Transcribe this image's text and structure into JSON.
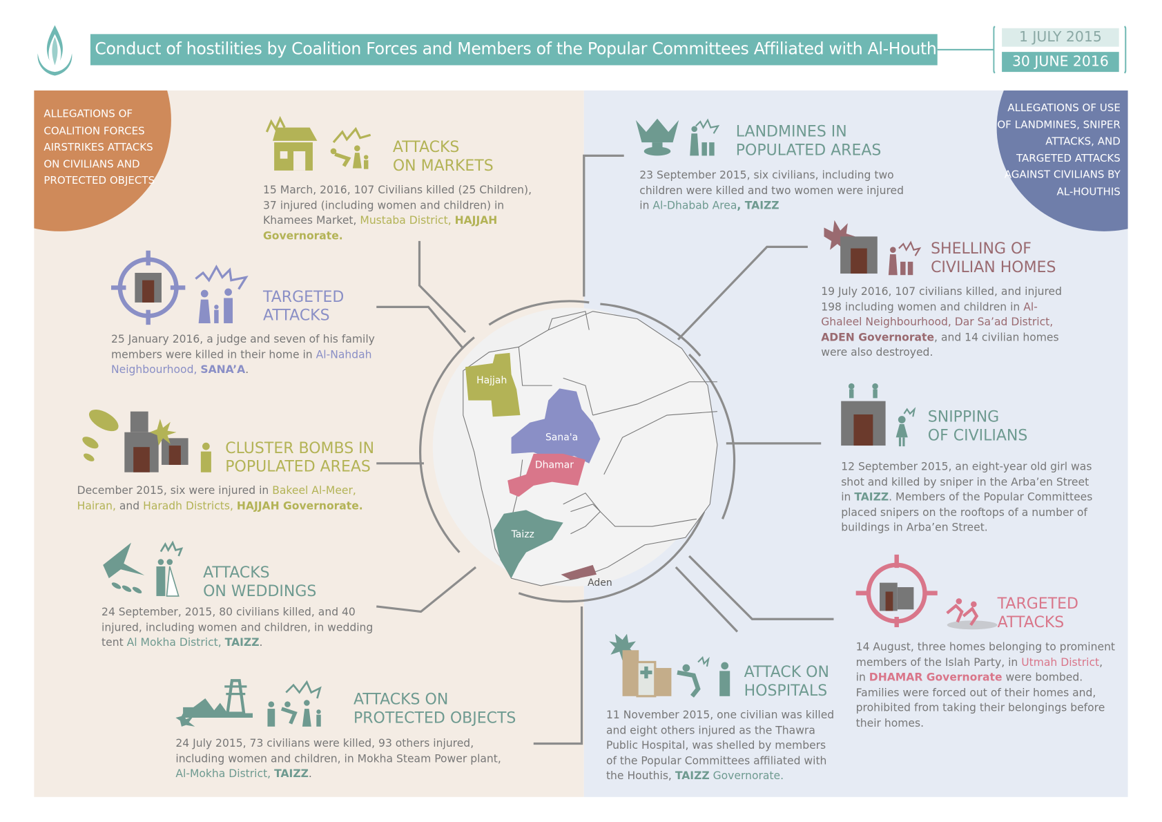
{
  "header": {
    "title": "Conduct of hostilities by Coalition Forces and Members of the Popular Committees Affiliated with Al-Houthis",
    "date_start": "1 JULY 2015",
    "date_end": "30 JUNE 2016",
    "logo_icon": "un-human-rights-flame-emblem"
  },
  "colors": {
    "title_bar": "#6fb8b3",
    "left_panel": "#f4ece4",
    "right_panel": "#e6ebf4",
    "coalition": "#cf8a5a",
    "houthis": "#6f7eaa",
    "olive": "#b3b356",
    "lavender": "#8a8fc6",
    "teal": "#6e9a90",
    "mauve": "#9a6a70",
    "pink": "#d9768a"
  },
  "categories": {
    "left": "ALLEGATIONS OF COALITION  FORCES AIRSTRIKES ATTACKS ON CIVILIANS AND PROTECTED OBJECTS",
    "right": "ALLEGATIONS OF USE OF LANDMINES, SNIPER ATTACKS, AND TARGETED ATTACKS AGAINST CIVILIANS BY AL-HOUTHIS"
  },
  "map": {
    "labels": {
      "hajjah": "Hajjah",
      "sanaa": "Sana'a",
      "dhamar": "Dhamar",
      "taizz": "Taizz",
      "aden": "Aden"
    }
  },
  "sections": [
    {
      "id": "markets",
      "title": "ATTACKS\nON MARKETS",
      "color": "#b3b356",
      "icons": [
        "exploding-market-icon",
        "falling-family-icon"
      ],
      "desc": [
        {
          "t": "15 March, 2016, 107 Civilians killed (25 Children), 37 injured (including women and children) in Khamees Market, "
        },
        {
          "t": "Mustaba District, ",
          "h": 1
        },
        {
          "t": "HAJJAH Governorate.",
          "h": 1,
          "b": 1
        }
      ]
    },
    {
      "id": "targeted-left",
      "title": "TARGETED\nATTACKS",
      "color": "#8a8fc6",
      "icons": [
        "crosshair-house-icon",
        "family-explosion-icon"
      ],
      "desc": [
        {
          "t": "25 January 2016, a judge and seven of his family members were killed in their home in "
        },
        {
          "t": "Al-Nahdah Neighbourhood, ",
          "h": 1
        },
        {
          "t": "SANA’A",
          "h": 1,
          "b": 1
        },
        {
          "t": "."
        }
      ]
    },
    {
      "id": "cluster",
      "title": "CLUSTER BOMBS IN\nPOPULATED AREAS",
      "color": "#b3b356",
      "icons": [
        "cluster-bombs-icon",
        "houses-explosion-icon",
        "injured-person-icon"
      ],
      "desc": [
        {
          "t": "December 2015, six were injured in "
        },
        {
          "t": "Bakeel Al-Meer, Hairan,",
          "h": 1
        },
        {
          "t": " and "
        },
        {
          "t": "Haradh Districts, ",
          "h": 1
        },
        {
          "t": "HAJJAH Governorate.",
          "h": 1,
          "b": 1
        }
      ]
    },
    {
      "id": "weddings",
      "title": "ATTACKS\nON WEDDINGS",
      "color": "#6e9a90",
      "icons": [
        "airplane-bombs-icon",
        "wedding-couple-icon"
      ],
      "desc": [
        {
          "t": "24 September, 2015, 80 civilians killed, and 40 injured, including women and children, in wedding tent "
        },
        {
          "t": "Al Mokha District, ",
          "h": 1
        },
        {
          "t": "TAIZZ",
          "h": 1,
          "b": 1
        },
        {
          "t": "."
        }
      ]
    },
    {
      "id": "protected",
      "title": "ATTACKS ON\nPROTECTED OBJECTS",
      "color": "#6e9a90",
      "icons": [
        "power-plant-icon",
        "civilians-explosion-icon"
      ],
      "desc": [
        {
          "t": "24 July 2015, 73 civilians were killed, 93 others injured, including women and children, in Mokha Steam Power plant, "
        },
        {
          "t": "Al-Mokha District, ",
          "h": 1
        },
        {
          "t": "TAIZZ",
          "h": 1,
          "b": 1
        },
        {
          "t": "."
        }
      ]
    },
    {
      "id": "landmines",
      "title": "LANDMINES IN\nPOPULATED AREAS",
      "color": "#6e9a90",
      "icons": [
        "landmine-icon",
        "family-explosion-icon"
      ],
      "desc": [
        {
          "t": "23 September 2015, six civilians, including two children were killed and two women were injured in "
        },
        {
          "t": "Al-Dhabab Area",
          "h": 1
        },
        {
          "t": ", TAIZZ",
          "h": 1,
          "b": 1
        }
      ]
    },
    {
      "id": "shelling",
      "title": "SHELLING OF\nCIVILIAN HOMES",
      "color": "#9a6a70",
      "icons": [
        "shelled-house-icon",
        "family-explosion-icon"
      ],
      "desc": [
        {
          "t": "19 July 2016, 107 civilians killed, and injured 198 including women and children in "
        },
        {
          "t": "Al-Ghaleel Neighbourhood, Dar Sa’ad District, ",
          "h": 1
        },
        {
          "t": "ADEN Governorate",
          "h": 1,
          "b": 1
        },
        {
          "t": ", and 14 civilian homes were also destroyed."
        }
      ]
    },
    {
      "id": "sniping",
      "title": "SNIPPING\nOF CIVILIANS",
      "color": "#6e9a90",
      "icons": [
        "snipers-on-house-icon",
        "girl-shot-icon"
      ],
      "desc": [
        {
          "t": "12 September 2015, an eight-year old girl was shot and killed by sniper in the Arba’en Street in "
        },
        {
          "t": "TAIZZ",
          "h": 1,
          "b": 1
        },
        {
          "t": ". Members of the Popular Committees placed snipers on the rooftops of a number of buildings in Arba’en Street."
        }
      ]
    },
    {
      "id": "targeted-right",
      "title": "TARGETED\nATTACKS",
      "color": "#d9768a",
      "icons": [
        "crosshair-houses-icon",
        "running-people-icon"
      ],
      "desc": [
        {
          "t": "14 August, three homes belonging to prominent members of the Islah Party, in "
        },
        {
          "t": "Utmah District",
          "h": 1
        },
        {
          "t": ", in "
        },
        {
          "t": "DHAMAR Governorate",
          "h": 1,
          "b": 1
        },
        {
          "t": " were bombed. Families were forced out of their homes and, prohibited from taking their belongings before their homes."
        }
      ]
    },
    {
      "id": "hospitals",
      "title": "ATTACK ON\nHOSPITALS",
      "color": "#6e9a90",
      "icons": [
        "hospital-explosion-icon",
        "falling-person-icon",
        "injured-person-icon"
      ],
      "desc": [
        {
          "t": "11 November 2015, one civilian was killed and eight others injured as the Thawra Public Hospital, was shelled by members of the Popular Committees affiliated with the Houthis, "
        },
        {
          "t": "TAIZZ",
          "h": 1,
          "b": 1
        },
        {
          "t": " Governorate.",
          "h": 1
        }
      ]
    }
  ]
}
